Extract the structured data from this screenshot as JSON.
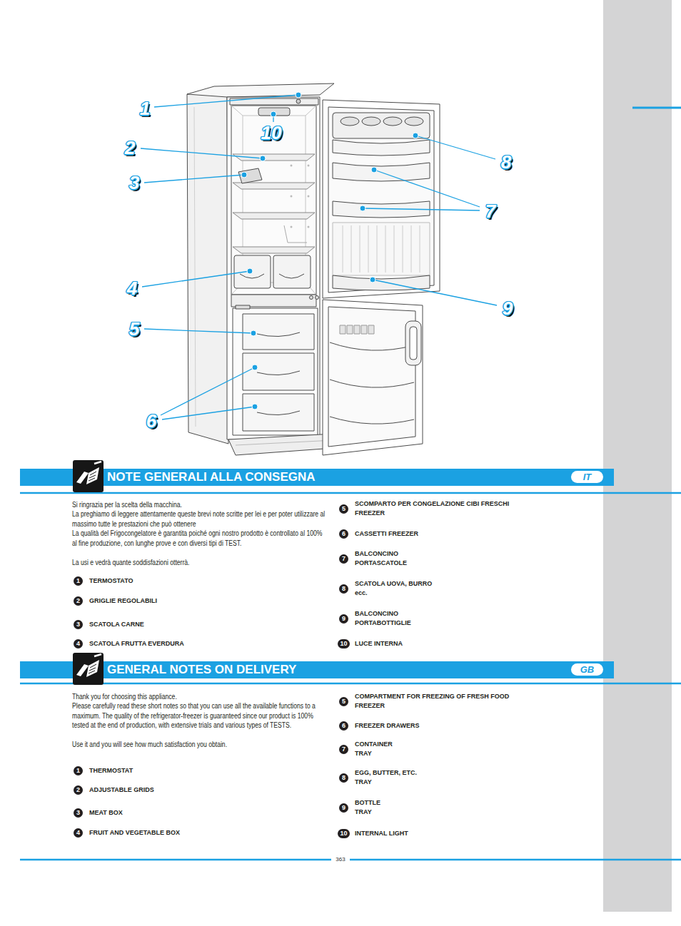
{
  "diagram": {
    "nodes": [
      {
        "text": [
          "NOTE GENERALI ALLA CONSEGNA"
        ]
      },
      {
        "text": [
          "IT"
        ],
        "in": 0
      },
      {
        "text": [
          "1"
        ]
      },
      {
        "text": [
          "2"
        ]
      },
      {
        "text": [
          "3"
        ]
      },
      {
        "text": [
          "4"
        ]
      },
      {
        "text": [
          "5"
        ]
      },
      {
        "text": [
          "6"
        ]
      },
      {
        "text": [
          "7"
        ]
      },
      {
        "text": [
          "8"
        ]
      },
      {
        "text": [
          "9"
        ]
      },
      {
        "text": [
          "10"
        ]
      },
      {
        "text": [
          "GENERAL NOTES ON DELIVERY"
        ]
      },
      {
        "text": [
          "GB"
        ],
        "in": 12
      },
      {
        "text": [
          "1"
        ]
      },
      {
        "text": [
          "2"
        ]
      },
      {
        "text": [
          "3"
        ]
      },
      {
        "text": [
          "4"
        ]
      },
      {
        "text": [
          "5"
        ]
      },
      {
        "text": [
          "6"
        ]
      },
      {
        "text": [
          "7"
        ]
      },
      {
        "text": [
          "8"
        ]
      },
      {
        "text": [
          "9"
        ]
      },
      {
        "text": [
          "10"
        ]
      }
    ],
    "labels": [
      "1",
      "2",
      "3",
      "4",
      "5",
      "6",
      "7",
      "8",
      "9",
      "10",
      "Si ringrazia per la scelta della macchina.",
      "La preghiamo di leggere attentamente queste brevi note scritte per lei e per poter utilizzare al massimo tutte le prestazioni che può ottenere",
      "La qualità del Frigocongelatore è garantita poiché ogni nostro prodotto è controllato al 100% al fine produzione, con lunghe prove e con diversi tipi di TEST.",
      "La usi e vedrà quante soddisfazioni otterrà.",
      "TERMOSTATO",
      "GRIGLIE REGOLABILI",
      "SCATOLA CARNE",
      "SCATOLA FRUTTA EVERDURA",
      "SCOMPARTO PER CONGELAZIONE CIBI FRESCHI FREEZER",
      "CASSETTI FREEZER",
      "BALCONCINO PORTASCATOLE",
      "SCATOLA UOVA, BURRO ecc.",
      "BALCONCINO PORTABOTTIGLIE",
      "LUCE INTERNA",
      "Thank you for choosing this appliance.",
      "Please carefully read these short notes so that you can use all the available functions to a maximum. The quality of the refrigerator-freezer is guaranteed since our product is 100% tested at the end of production, with extensive trials and various types of TESTS.",
      "Use it and you will see how much satisfaction you obtain.",
      "THERMOSTAT",
      "ADJUSTABLE GRIDS",
      "MEAT BOX",
      "FRUIT AND VEGETABLE BOX",
      "COMPARTMENT FOR FREEZING OF FRESH FOOD FREEZER",
      "FREEZER DRAWERS",
      "CONTAINER TRAY",
      "EGG, BUTTER, ETC. TRAY",
      "BOTTLE TRAY",
      "INTERNAL LIGHT",
      "363"
    ]
  }
}
